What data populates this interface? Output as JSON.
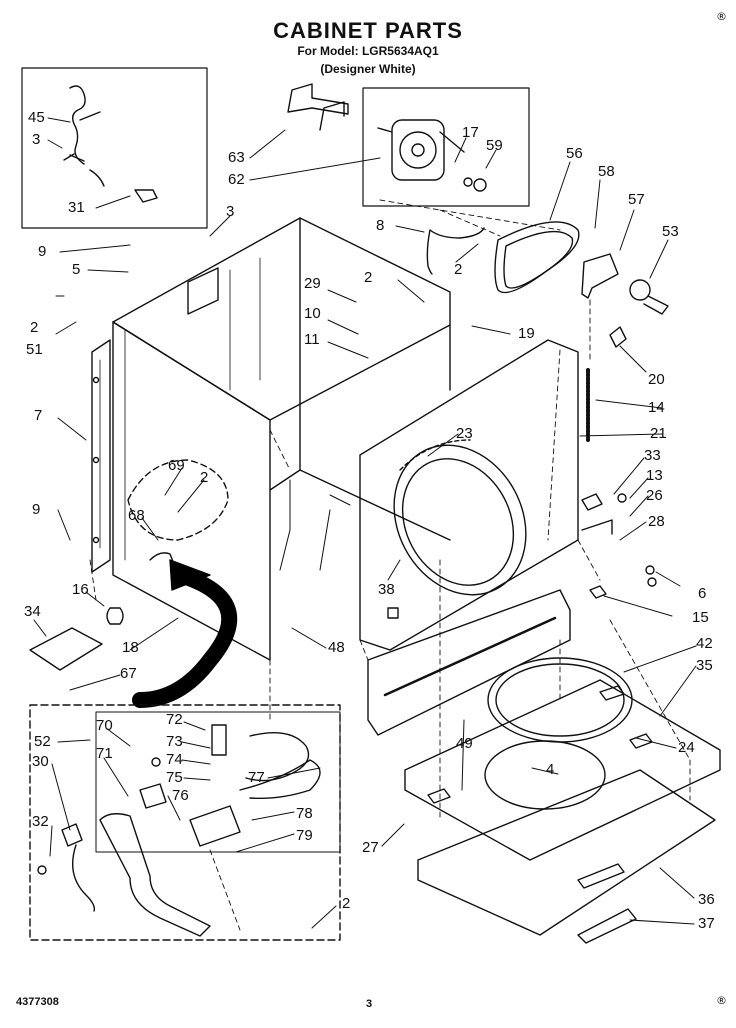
{
  "header": {
    "title": "CABINET PARTS",
    "model_line": "For Model: LGR5634AQ1",
    "color_line": "(Designer White)"
  },
  "footer": {
    "doc_number": "4377308",
    "page_number": "3"
  },
  "marks": {
    "top_right": "®",
    "bottom_right": "®"
  },
  "callouts": [
    "45",
    "3",
    "31",
    "63",
    "62",
    "17",
    "59",
    "56",
    "58",
    "57",
    "53",
    "3",
    "9",
    "5",
    "8",
    "2",
    "2",
    "51",
    "29",
    "10",
    "11",
    "2",
    "19",
    "20",
    "14",
    "7",
    "69",
    "2",
    "23",
    "21",
    "33",
    "13",
    "26",
    "9",
    "68",
    "28",
    "6",
    "15",
    "16",
    "34",
    "18",
    "67",
    "38",
    "48",
    "42",
    "35",
    "52",
    "70",
    "72",
    "73",
    "74",
    "75",
    "71",
    "76",
    "77",
    "30",
    "78",
    "79",
    "32",
    "49",
    "4",
    "24",
    "27",
    "2",
    "36",
    "37"
  ]
}
